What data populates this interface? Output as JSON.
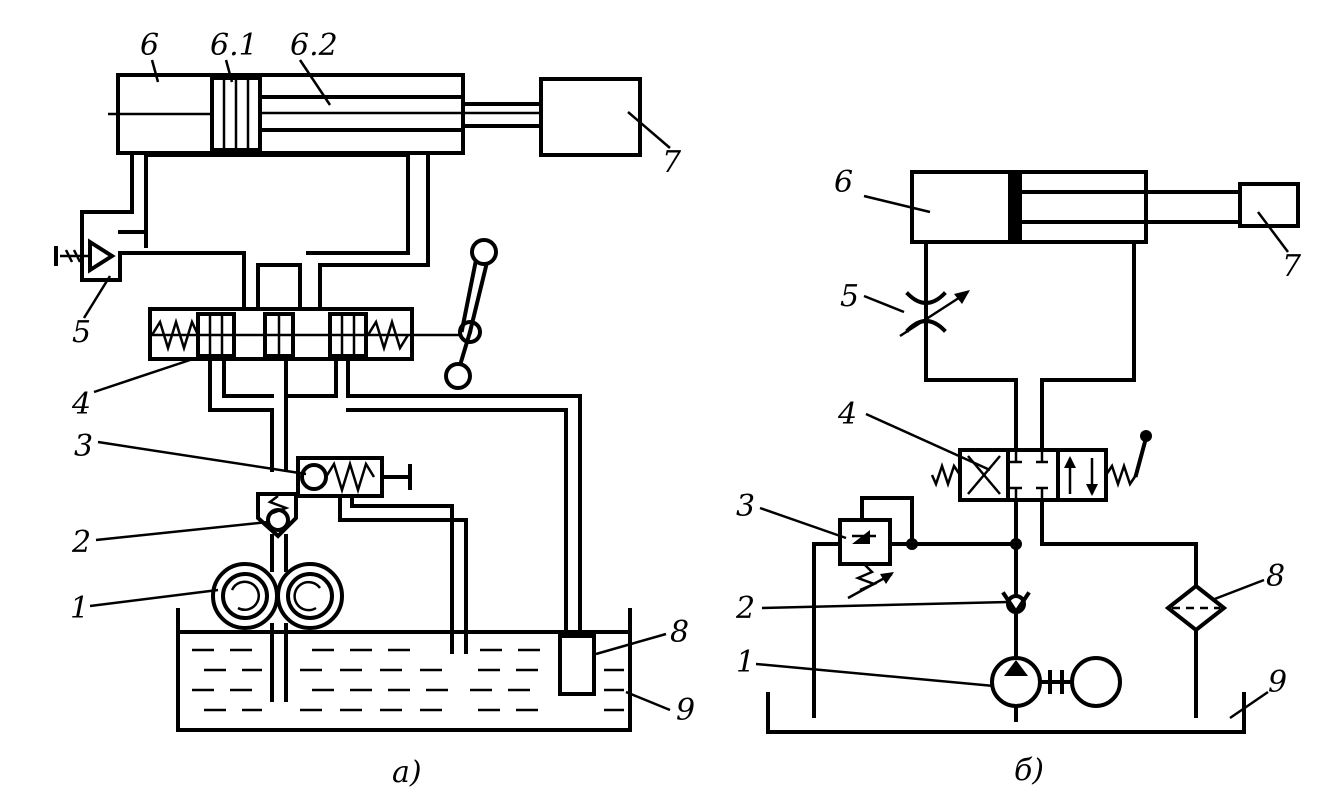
{
  "diagram_a": {
    "caption": "а)",
    "labels": {
      "cylinder": "6",
      "piston": "6.1",
      "rod": "6.2",
      "load": "7",
      "throttle": "5",
      "distributor": "4",
      "relief_valve": "3",
      "check_valve": "2",
      "pump": "1",
      "filter": "8",
      "tank": "9"
    }
  },
  "diagram_b": {
    "caption": "б)",
    "labels": {
      "cylinder": "6",
      "load": "7",
      "throttle": "5",
      "distributor": "4",
      "relief_valve": "3",
      "check_valve": "2",
      "pump": "1",
      "filter": "8",
      "tank": "9"
    }
  }
}
